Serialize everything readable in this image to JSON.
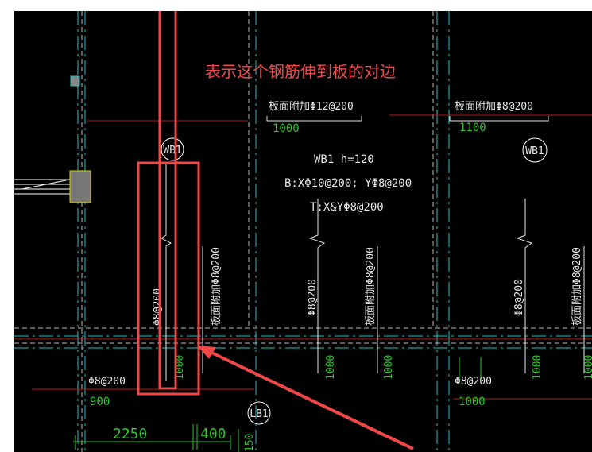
{
  "colors": {
    "background": "#000000",
    "frame": "#ffffff",
    "axis_cyan": "#21c4c4",
    "beam_line": "#b9b9b9",
    "rebar_white": "#e6e6e6",
    "dim_green": "#2bc52b",
    "red_line": "#b01a1a",
    "annotation_red": "#f04848",
    "column_fill": "#777777",
    "column_edge": "#d9d200"
  },
  "annotation": {
    "note": "表示这个钢筋伸到板的对边"
  },
  "labels": {
    "slab_tag_1": "WB1",
    "slab_tag_2": "WB1",
    "beam_tag": "LB1",
    "slab_title": "WB1   h=120",
    "slab_bottom": "B:XΦ10@200; YΦ8@200",
    "slab_top": "T:X&YΦ8@200",
    "top_add_1": "板面附加Φ12@200",
    "top_add_1_len": "1000",
    "top_add_2": "板面附加Φ8@200",
    "top_add_2_len": "1100",
    "vert_a": "Φ8@200",
    "vert_b": "板面附加Φ8@200",
    "vert_c": "Φ8@200",
    "vert_d": "板面附加Φ8@200",
    "vert_e": "Φ8@200",
    "vert_f": "板面附加Φ8@200",
    "len_a": "1000",
    "len_b": "1000",
    "len_c": "1000",
    "len_d": "1000",
    "len_e": "1000",
    "low_rebar_1": "Φ8@200",
    "low_rebar_1_len": "900",
    "low_rebar_2": "Φ8@200",
    "low_rebar_2_len": "1000",
    "dim_1": "2250",
    "dim_2": "400",
    "dim_3": "150"
  }
}
